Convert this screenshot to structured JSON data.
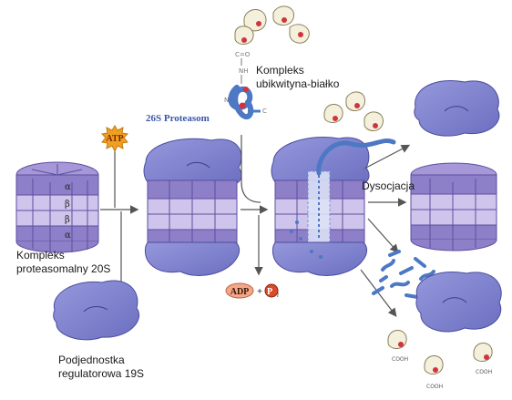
{
  "labels": {
    "complex_20s": [
      "Kompleks",
      "proteasomalny 20S"
    ],
    "subunit_19s": [
      "Podjednostka",
      "regulatorowa 19S"
    ],
    "proteasome_26s": "26S Proteasom",
    "ub_complex": [
      "Kompleks",
      "ubikwityna-białko"
    ],
    "dissociation": "Dysocjacja",
    "atp": "ATP",
    "adp": "ADP",
    "plus": "+",
    "pi": "P",
    "pi_sub": "i",
    "ring_alpha": "α",
    "ring_beta": "β",
    "chem_co": "C=O",
    "chem_nh": "NH",
    "chem_n": "N",
    "chem_c": "C",
    "cooh": "COOH"
  },
  "colors": {
    "alpha_ring": "#8e7fc9",
    "beta_ring": "#cfc4ec",
    "cap": "#7f82cf",
    "ubiquitin": "#f4f0dc",
    "ubiquitin_red": "#d0343f",
    "protein_chain": "#4d78c4",
    "atp_star": "#f0a020"
  }
}
